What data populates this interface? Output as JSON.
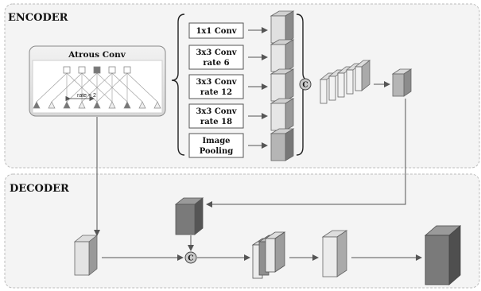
{
  "encoder": {
    "title": "ENCODER",
    "atrous_box": {
      "title": "Atrous Conv",
      "rate_label": "rate = 2"
    },
    "branches": [
      {
        "line1": "1x1 Conv",
        "line2": ""
      },
      {
        "line1": "3x3 Conv",
        "line2": "rate 6"
      },
      {
        "line1": "3x3 Conv",
        "line2": "rate 12"
      },
      {
        "line1": "3x3 Conv",
        "line2": "rate 18"
      },
      {
        "line1": "Image",
        "line2": "Pooling"
      }
    ],
    "concat_symbol": "C"
  },
  "decoder": {
    "title": "DECODER",
    "concat_symbol": "C"
  },
  "colors": {
    "panel_fill": "#f4f4f4",
    "panel_border": "#bdbdbd",
    "arrow": "#555555",
    "light_block": "#e6e6e6",
    "mid_block": "#a8a8a8",
    "dark_block": "#6a6a6a",
    "concat_fill": "#c9c9c9"
  }
}
